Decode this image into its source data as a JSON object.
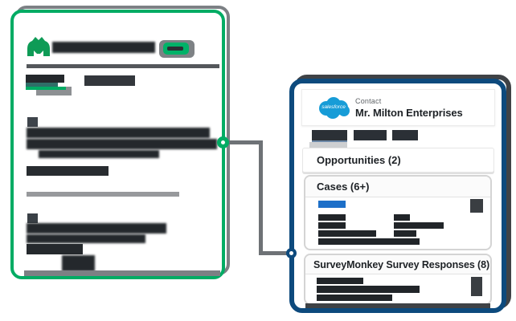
{
  "left_window": {
    "brand_logo_icon": "surveymonkey-monkey-logo-icon",
    "accent_color": "#00AC64",
    "note": "all header text, tab labels and body text are redacted bars in the source image"
  },
  "connector": {
    "line_color": "#6E7276",
    "left_node_color": "#00AC64",
    "right_node_color": "#0D4A7D"
  },
  "right_window": {
    "border_color": "#0D4A7D",
    "logo_icon": "salesforce-cloud-logo-icon",
    "logo_color": "#179CD7",
    "header": {
      "eyebrow": "Contact",
      "title": "Mr. Milton Enterprises",
      "logo_text": "salesforce"
    },
    "sections": {
      "opportunities": "Opportunities (2)",
      "cases": "Cases (6+)",
      "survey_responses": "SurveyMonkey Survey Responses (8)"
    },
    "case_link_color": "#1D6FC8"
  }
}
